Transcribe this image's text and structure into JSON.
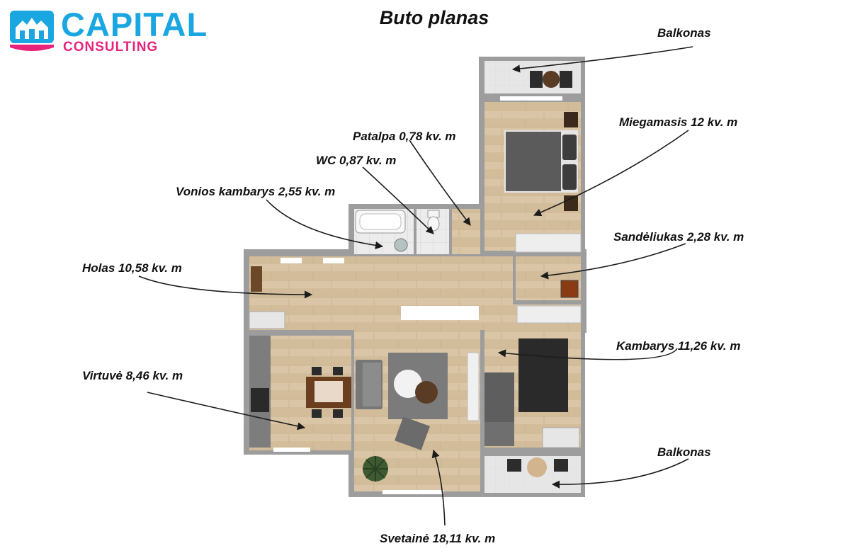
{
  "brand": {
    "line1": "CAPITAL",
    "line2": "CONSULTING",
    "color_primary": "#1aa6e0",
    "color_accent": "#e8237c"
  },
  "title": "Buto planas",
  "labels": {
    "balkonas_top": "Balkonas",
    "miegamasis": "Miegamasis 12 kv. m",
    "patalpa": "Patalpa 0,78 kv. m",
    "wc": "WC 0,87 kv. m",
    "vonios": "Vonios kambarys 2,55 kv. m",
    "sandeliukas": "Sandėliukas 2,28 kv. m",
    "holas": "Holas 10,58 kv. m",
    "kambarys": "Kambarys 11,26 kv. m",
    "virtuve": "Virtuvė 8,46 kv. m",
    "balkonas_bottom": "Balkonas",
    "svetaine": "Svetainė 18,11 kv. m"
  },
  "colors": {
    "floor": "#d8c3a4",
    "wall": "#9a9a9a",
    "bed": "#5b5b5b",
    "dark": "#2c2c2c",
    "tile": "#e8e8e8"
  }
}
